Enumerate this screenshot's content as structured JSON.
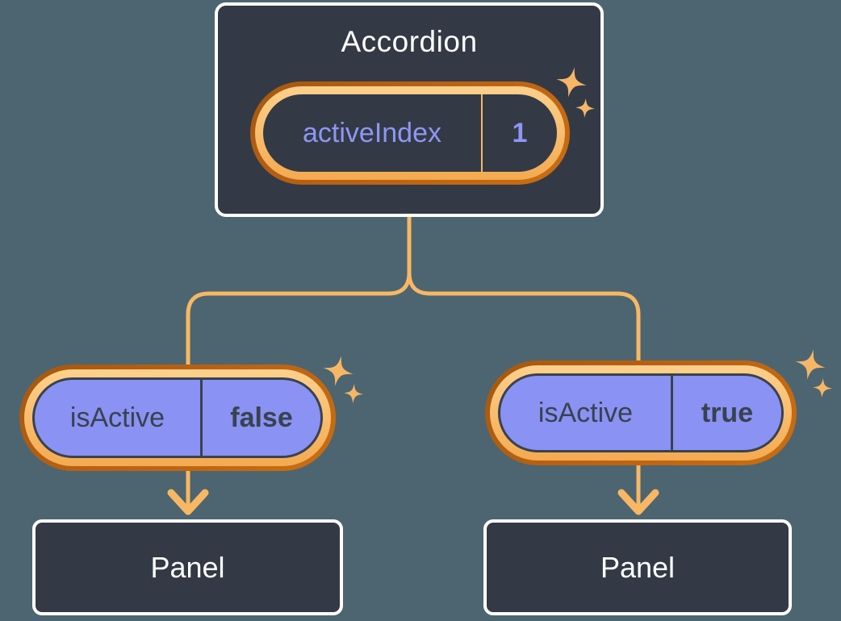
{
  "diagram": {
    "root": {
      "title": "Accordion",
      "state_name": "activeIndex",
      "state_value": "1"
    },
    "children": {
      "left": {
        "prop_name": "isActive",
        "prop_value": "false",
        "panel_label": "Panel"
      },
      "right": {
        "prop_name": "isActive",
        "prop_value": "true",
        "panel_label": "Panel"
      }
    },
    "icons": {
      "sparkle": "✦"
    },
    "colors": {
      "background": "#4d6570",
      "card_background": "#333a46",
      "card_border": "#ffffff",
      "connector_line": "#f7b763",
      "ring_outer_orange": "#b96114",
      "ring_inner_orange": "#f9bc6e",
      "pill_purple": "#8a92f4",
      "purple_text": "#8e97f3",
      "dark_text": "#39424e",
      "white_text": "#ffffff",
      "sparkle": "#f5b666"
    }
  }
}
